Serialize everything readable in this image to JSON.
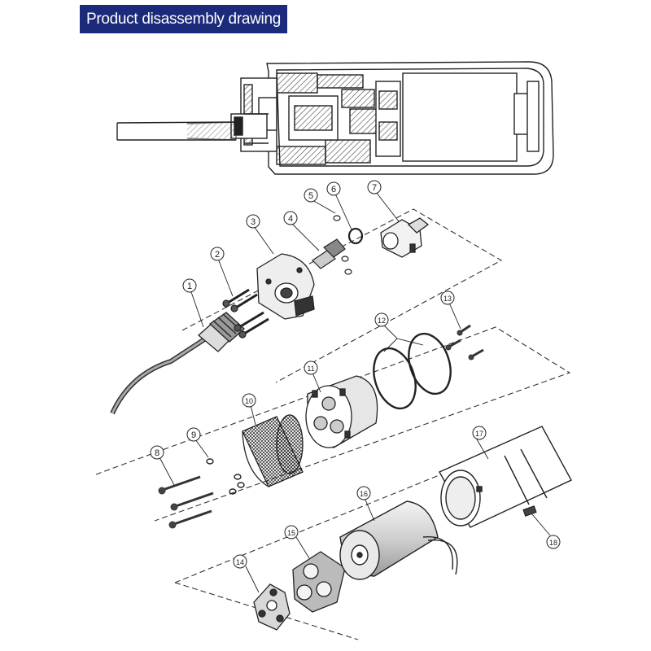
{
  "header": {
    "title": "Product disassembly drawing"
  },
  "diagram": {
    "parts": [
      {
        "label": "1"
      },
      {
        "label": "2"
      },
      {
        "label": "3"
      },
      {
        "label": "4"
      },
      {
        "label": "5"
      },
      {
        "label": "6"
      },
      {
        "label": "7"
      },
      {
        "label": "8"
      },
      {
        "label": "9"
      },
      {
        "label": "10"
      },
      {
        "label": "11"
      },
      {
        "label": "12"
      },
      {
        "label": "13"
      },
      {
        "label": "14"
      },
      {
        "label": "15"
      },
      {
        "label": "16"
      },
      {
        "label": "17"
      },
      {
        "label": "18"
      }
    ]
  },
  "colors": {
    "banner": "#1b2a7a",
    "ink": "#222222",
    "hatch": "#555555"
  }
}
